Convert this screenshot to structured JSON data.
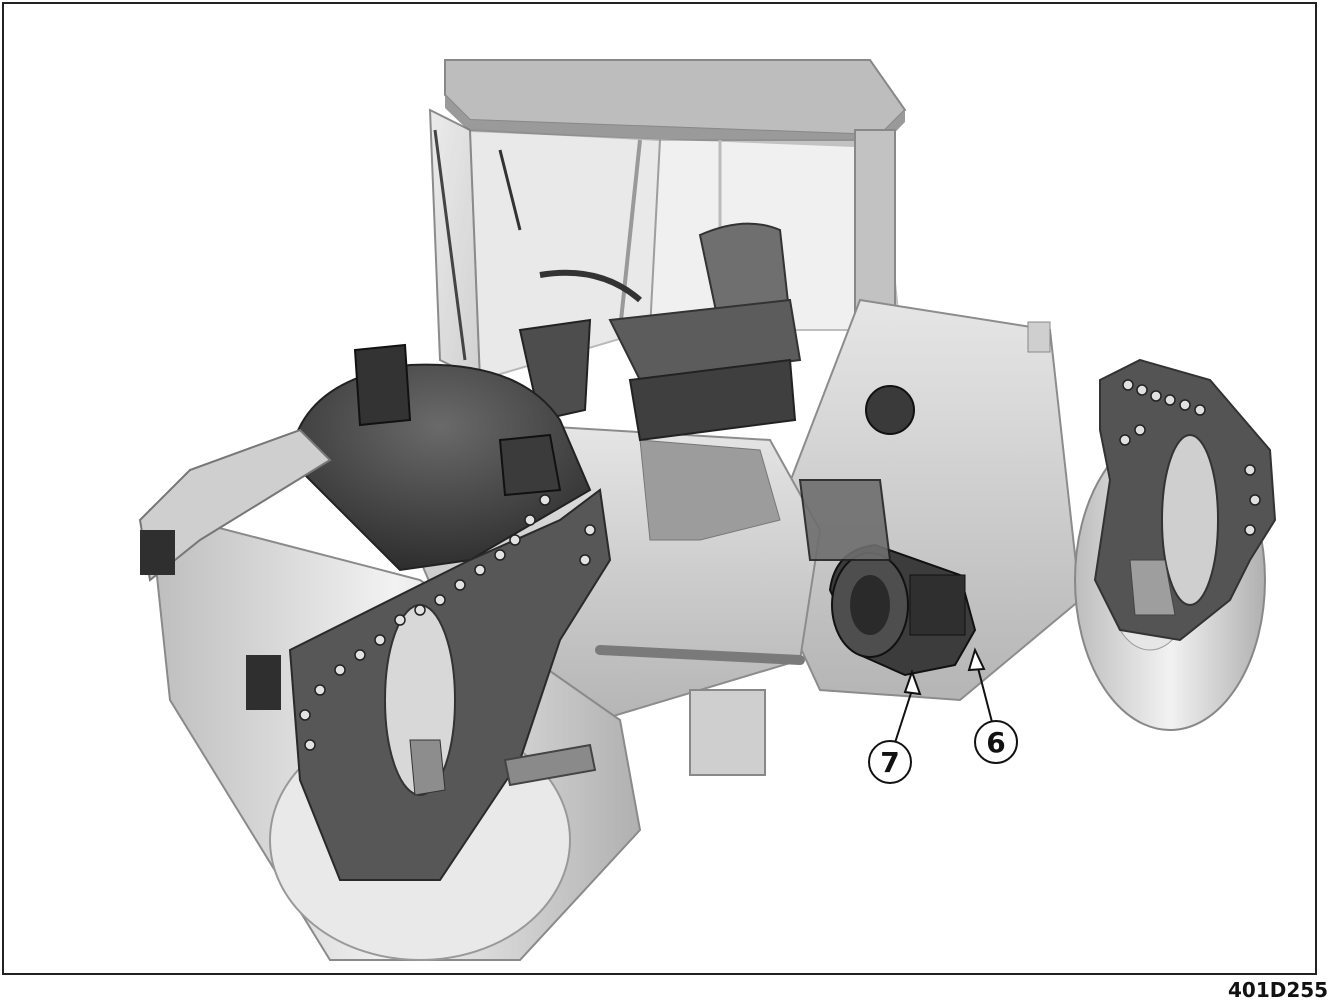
{
  "figure": {
    "callouts": [
      {
        "id": "callout-7",
        "label": "7"
      },
      {
        "id": "callout-6",
        "label": "6"
      }
    ],
    "figure_code": "401D255"
  },
  "colors": {
    "frame": "#222222",
    "body_light": "#d8d8d8",
    "body_mid": "#a9a9a9",
    "body_dark": "#4a4a4a",
    "panel_dark": "#555555",
    "callout_line": "#111111"
  },
  "icons": [
    "tandem-roller-illustration",
    "arrow-pointer-icon"
  ]
}
